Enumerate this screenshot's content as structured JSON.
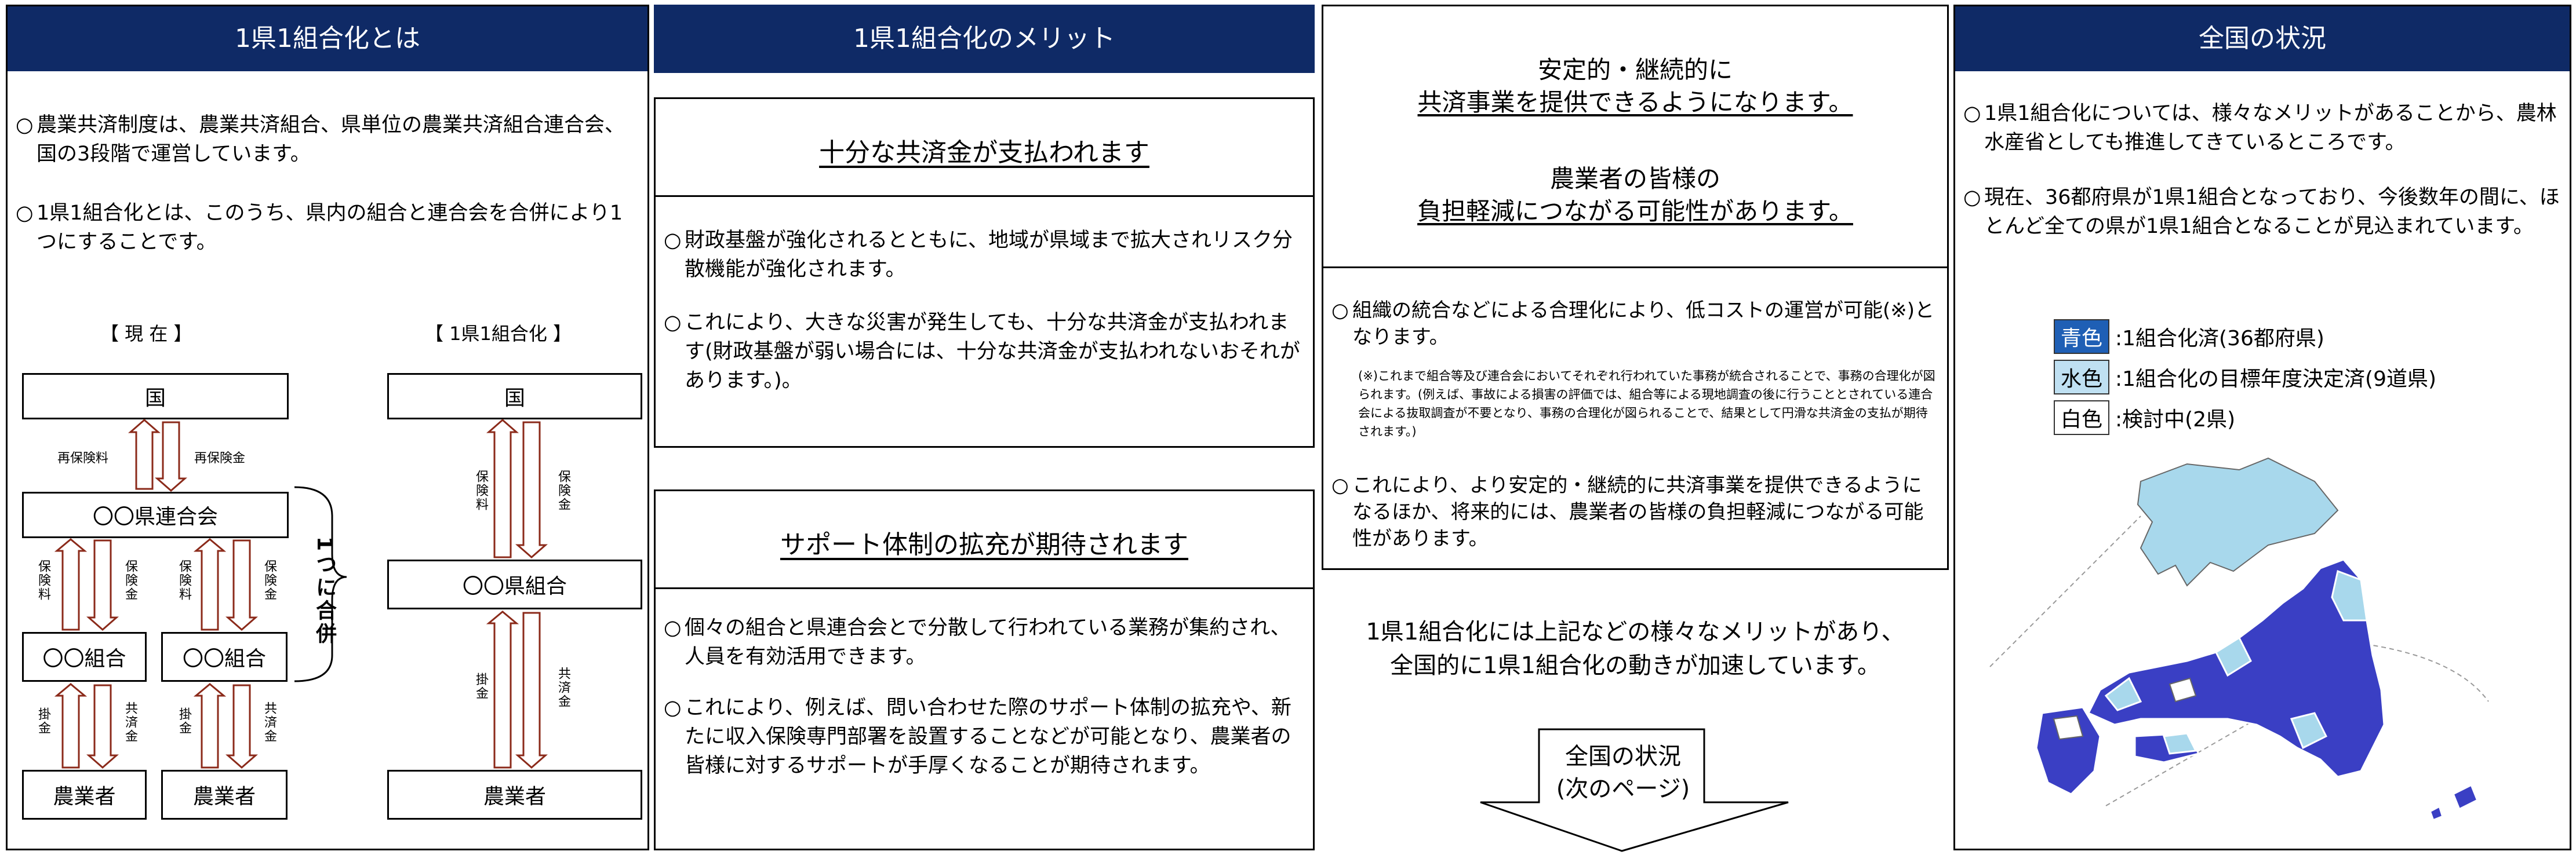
{
  "panel1": {
    "header": "1県1組合化とは",
    "bullets": [
      "農業共済制度は、農業共済組合、県単位の農業共済組合連合会、国の3段階で運営しています。",
      "1県1組合化とは、このうち、県内の組合と連合会を合併により1つにすることです。"
    ],
    "diagram": {
      "current_label": "【 現 在 】",
      "after_label": "【 1県1組合化 】",
      "kuni": "国",
      "rengokai": "〇〇県連合会",
      "kumiai": "〇〇組合",
      "nogyosha": "農業者",
      "merged_kumiai": "〇〇県組合",
      "merge_label": "1つに合併",
      "saihokenryo": "再保険料",
      "saihokenkin": "再保険金",
      "hokenryo": "保険料",
      "hokenkin": "保険金",
      "kakekin": "掛金",
      "kyosaikin": "共済金"
    }
  },
  "panel2": {
    "header": "1県1組合化のメリット",
    "box1_title": "十分な共済金が支払われます",
    "box1_bullets": [
      "財政基盤が強化されるとともに、地域が県域まで拡大されリスク分散機能が強化されます。",
      "これにより、大きな災害が発生しても、十分な共済金が支払われます(財政基盤が弱い場合には、十分な共済金が支払われないおそれがあります。)。"
    ],
    "box2_title": "サポート体制の拡充が期待されます",
    "box2_bullets": [
      "個々の組合と県連合会とで分散して行われている業務が集約され、人員を有効活用できます。",
      "これにより、例えば、問い合わせた際のサポート体制の拡充や、新たに収入保険専門部署を設置することなどが可能となり、農業者の皆様に対するサポートが手厚くなることが期待されます。"
    ]
  },
  "panel3": {
    "title1_line1": "安定的・継続的に",
    "title1_line2": "共済事業を提供できるようになります。",
    "title2_line1": "農業者の皆様の",
    "title2_line2": "負担軽減につながる可能性があります。",
    "bullet1": "組織の統合などによる合理化により、低コストの運営が可能(※)となります。",
    "note": "(※)これまで組合等及び連合会においてそれぞれ行われていた事務が統合されることで、事務の合理化が図られます。(例えば、事故による損害の評価では、組合等による現地調査の後に行うこととされている連合会による抜取調査が不要となり、事務の合理化が図られることで、結果として円滑な共済金の支払が期待されます。)",
    "bullet2": "これにより、より安定的・継続的に共済事業を提供できるようになるほか、将来的には、農業者の皆様の負担軽減につながる可能性があります。",
    "summary_line1": "1県1組合化には上記などの様々なメリットがあり、",
    "summary_line2": "全国的に1県1組合化の動きが加速しています。",
    "arrow_line1": "全国の状況",
    "arrow_line2": "(次のページ)"
  },
  "panel4": {
    "header": "全国の状況",
    "bullets": [
      "1県1組合化については、様々なメリットがあることから、農林水産省としても推進してきているところです。",
      "現在、36都府県が1県1組合となっており、今後数年の間に、ほとんど全ての県が1県1組合となることが見込まれています。"
    ],
    "legend": [
      {
        "swatch": "青色",
        "text": ":1組合化済(36都府県)",
        "bg": "#1f5fb5",
        "fg": "#ffffff"
      },
      {
        "swatch": "水色",
        "text": ":1組合化の目標年度決定済(9道県)",
        "bg": "#bfe0f2",
        "fg": "#000000"
      },
      {
        "swatch": "白色",
        "text": ":検討中(2県)",
        "bg": "#ffffff",
        "fg": "#000000"
      }
    ],
    "colors": {
      "done": "#3a3fc4",
      "target": "#a8d8ec",
      "pending": "#ffffff"
    }
  }
}
